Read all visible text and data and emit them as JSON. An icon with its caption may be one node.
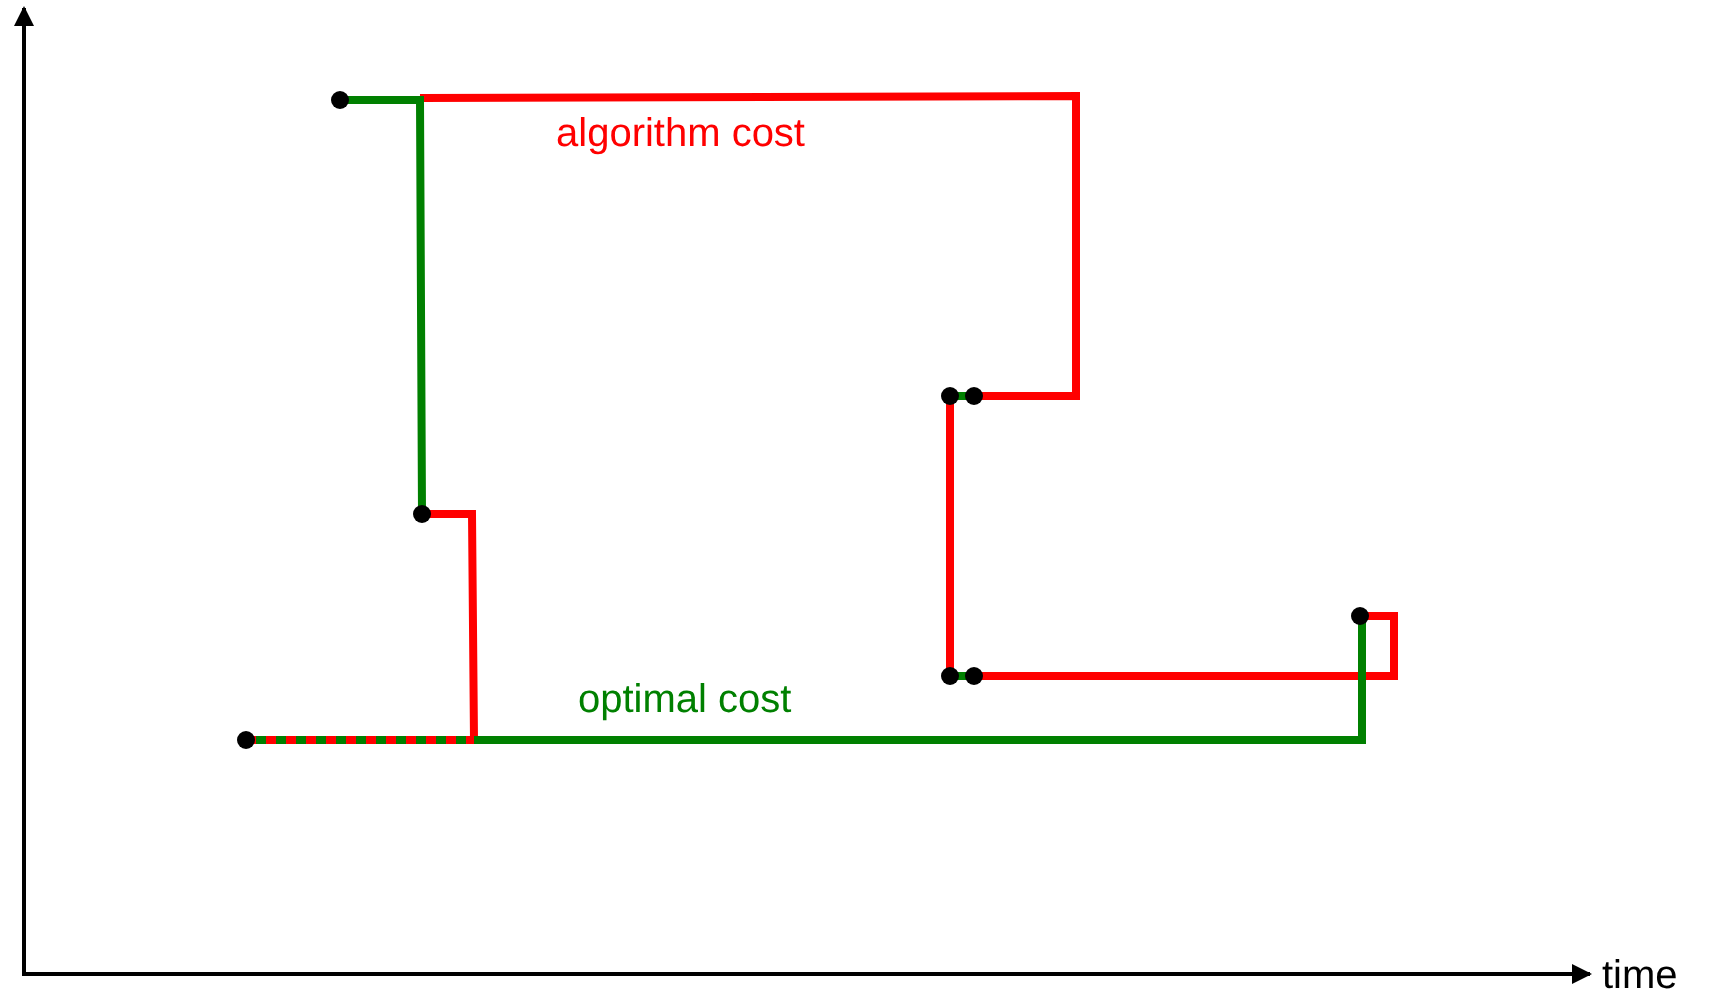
{
  "diagram": {
    "labels": [
      "algorithm cost",
      "optimal cost",
      "time"
    ]
  }
}
